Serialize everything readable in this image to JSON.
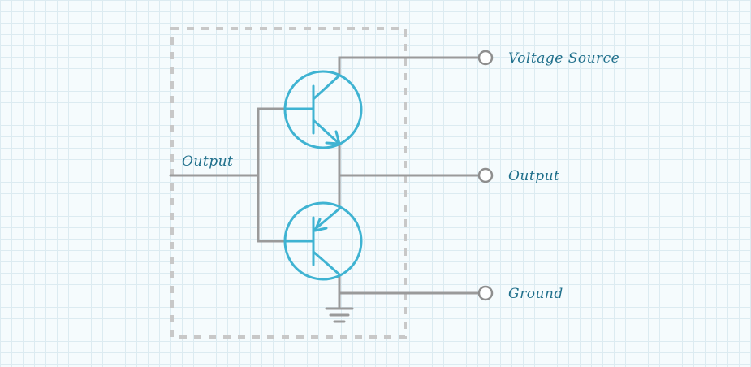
{
  "labels": {
    "input": "Output",
    "voltage_source": "Voltage Source",
    "output": "Output",
    "ground": "Ground"
  },
  "colors": {
    "transistor": "#3fb3d2",
    "wire": "#9a9a9a",
    "label": "#1f6f8b",
    "boundary": "#c8c8c8"
  },
  "icons": {
    "terminal": "terminal-circle-icon",
    "ground": "ground-symbol-icon",
    "npn": "npn-transistor-icon",
    "pnp": "pnp-transistor-icon"
  }
}
